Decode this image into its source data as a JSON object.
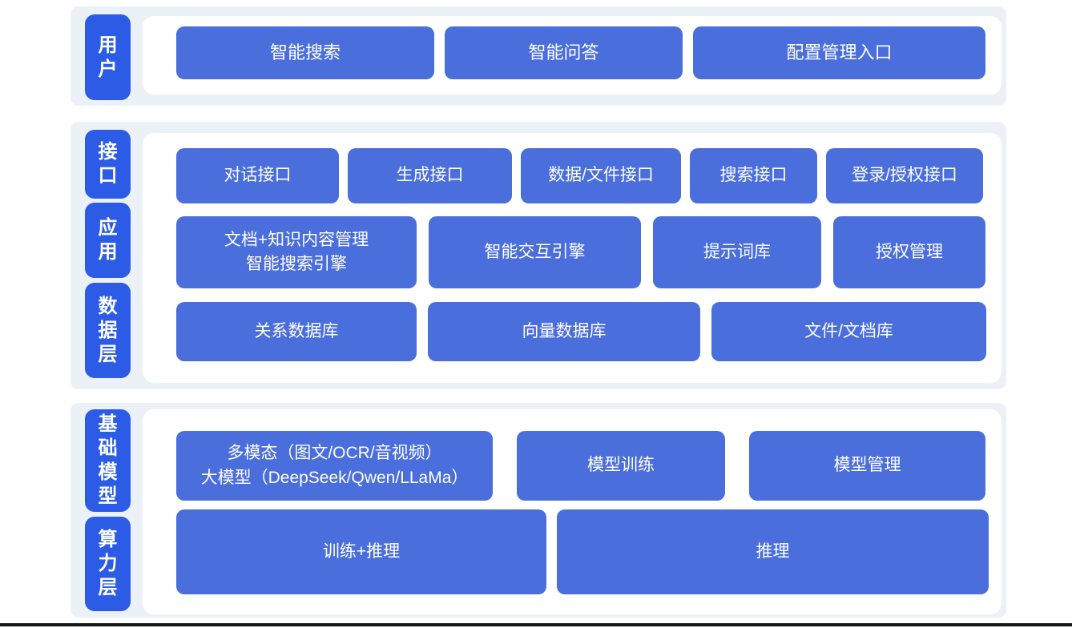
{
  "colors": {
    "section_background": "#ecf1f8",
    "panel_background": "#ffffff",
    "tab_blue": "#2c5ce6",
    "box_blue": "#4a6edb",
    "text_white": "#ffffff",
    "bottom_bar": "#14161a"
  },
  "user": {
    "tab": "用户",
    "boxes": [
      {
        "label": "智能搜索"
      },
      {
        "label": "智能问答"
      },
      {
        "label": "配置管理入口"
      }
    ]
  },
  "middle": {
    "tabs": [
      {
        "label": "接口"
      },
      {
        "label": "应用"
      },
      {
        "label": "数据层"
      }
    ],
    "interface_row": [
      {
        "label": "对话接口"
      },
      {
        "label": "生成接口"
      },
      {
        "label": "数据/文件接口"
      },
      {
        "label": "搜索接口"
      },
      {
        "label": "登录/授权接口"
      }
    ],
    "app_row": [
      {
        "label": "文档+知识内容管理\n智能搜索引擎"
      },
      {
        "label": "智能交互引擎"
      },
      {
        "label": "提示词库"
      },
      {
        "label": "授权管理"
      }
    ],
    "data_row": [
      {
        "label": "关系数据库"
      },
      {
        "label": "向量数据库"
      },
      {
        "label": "文件/文档库"
      }
    ]
  },
  "bottom": {
    "tabs": [
      {
        "label": "基础模型"
      },
      {
        "label": "算力层"
      }
    ],
    "model_row": [
      {
        "label": "多模态（图文/OCR/音视频）\n大模型（DeepSeek/Qwen/LLaMa）"
      },
      {
        "label": "模型训练"
      },
      {
        "label": "模型管理"
      }
    ],
    "compute_row": [
      {
        "label": "训练+推理"
      },
      {
        "label": "推理"
      }
    ]
  }
}
